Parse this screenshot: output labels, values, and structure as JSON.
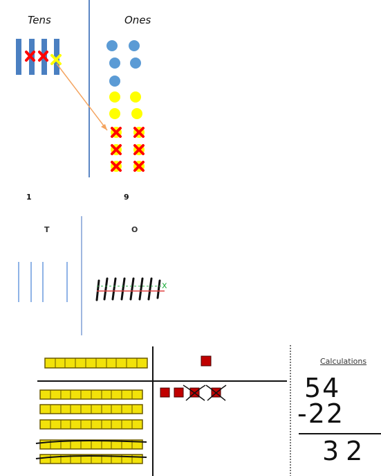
{
  "panel1": {
    "tens_label": "Tens",
    "ones_label": "Ones",
    "tens_digit": "1",
    "ones_digit": "9"
  },
  "panel2": {
    "t_label": "T",
    "o_label": "O",
    "cross_mark": "x"
  },
  "panel3": {
    "calc_title": "Calculations",
    "line1": "54",
    "line2": "-22",
    "line3": "32"
  },
  "colors": {
    "blue_rod": "#4a7fc1",
    "blue_dot": "#5b9bd5",
    "yellow": "#ffff00",
    "red_cross": "#ff0000",
    "arrow": "#f4a460",
    "green_cross": "#2db34a",
    "block_yellow": "#f2e20a",
    "block_red": "#c00000"
  }
}
